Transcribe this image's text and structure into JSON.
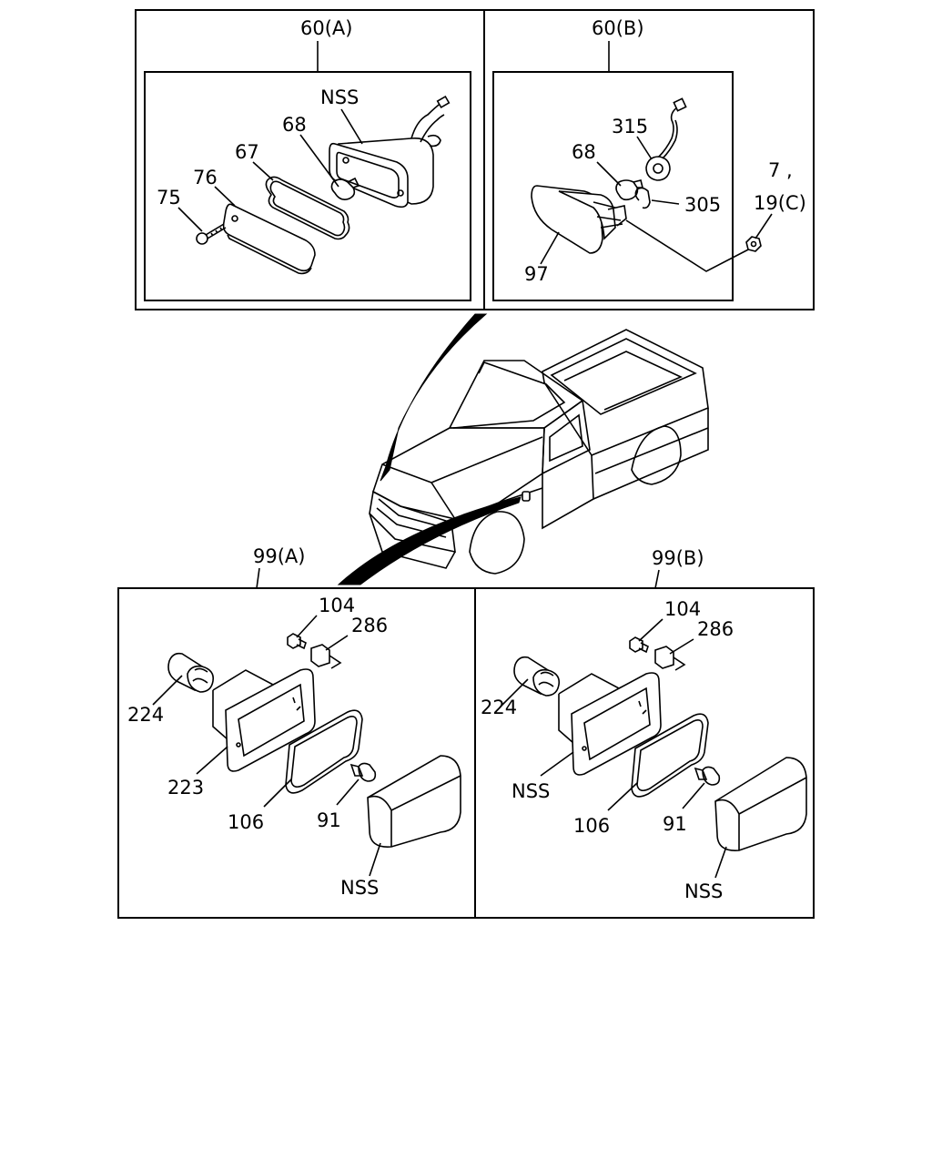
{
  "panels": {
    "top_left": {
      "title": "60(A)",
      "labels": {
        "nss": "NSS",
        "p68": "68",
        "p67": "67",
        "p76": "76",
        "p75": "75"
      }
    },
    "top_right": {
      "title": "60(B)",
      "labels": {
        "p315": "315",
        "p68": "68",
        "p305": "305",
        "p97": "97",
        "p7": "7 ,",
        "p19c": "19(C)"
      }
    },
    "bottom_left": {
      "title": "99(A)",
      "labels": {
        "p104": "104",
        "p286": "286",
        "p224": "224",
        "p223": "223",
        "p106": "106",
        "p91": "91",
        "nss": "NSS"
      }
    },
    "bottom_right": {
      "title": "99(B)",
      "labels": {
        "p104": "104",
        "p286": "286",
        "p224": "224",
        "nss1": "NSS",
        "p106": "106",
        "p91": "91",
        "nss2": "NSS"
      }
    }
  }
}
